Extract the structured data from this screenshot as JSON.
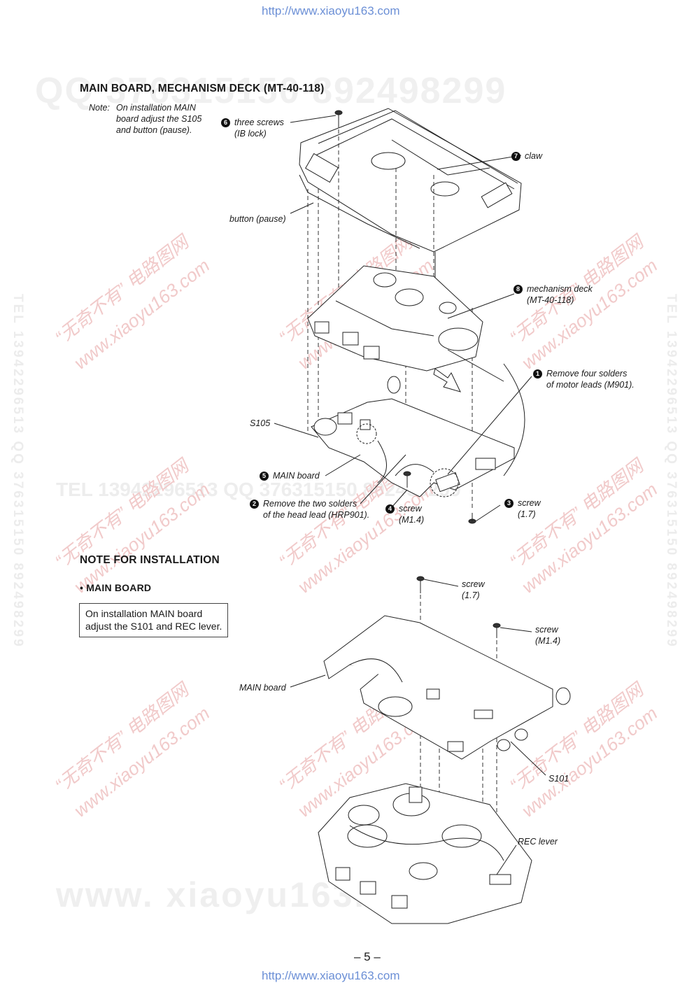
{
  "header_url": "http://www.xiaoyu163.com",
  "footer_url": "http://www.xiaoyu163.com",
  "page_number": "– 5 –",
  "section1": {
    "title": "MAIN  BOARD,  MECHANISM  DECK (MT-40-118)",
    "note_prefix": "Note:",
    "note_lines": [
      "On installation MAIN",
      "board adjust the S105",
      "and button (pause)."
    ],
    "callouts": {
      "c6_num": "6",
      "c6_l1": "three screws",
      "c6_l2": "(IB lock)",
      "c7_num": "7",
      "c7_l1": "claw",
      "pause": "button (pause)",
      "c8_num": "8",
      "c8_l1": "mechanism deck",
      "c8_l2": "(MT-40-118)",
      "c1_num": "1",
      "c1_l1": "Remove four solders",
      "c1_l2": "of  motor leads (M901).",
      "s105": "S105",
      "c5_num": "5",
      "c5_l1": "MAIN board",
      "c2_num": "2",
      "c2_l1": "Remove the two solders",
      "c2_l2": "of the head lead (HRP901).",
      "c4_num": "4",
      "c4_l1": "screw",
      "c4_l2": "(M1.4)",
      "c3_num": "3",
      "c3_l1": "screw",
      "c3_l2": "(1.7)"
    }
  },
  "section2": {
    "title": "NOTE  FOR  INSTALLATION",
    "subtitle": "• MAIN  BOARD",
    "box_lines": [
      "On installation MAIN board",
      "adjust the S101 and REC lever."
    ],
    "callouts": {
      "screw_a_l1": "screw",
      "screw_a_l2": "(1.7)",
      "screw_b_l1": "screw",
      "screw_b_l2": "(M1.4)",
      "main_board": "MAIN board",
      "s101": "S101",
      "rec_lever": "REC lever"
    }
  },
  "watermarks": {
    "qq_top": "QQ 376315150   892498299",
    "tel_mid": "TEL 13942296513   QQ 376315150   892498299",
    "www_bottom": "www. xiaoyu163.com",
    "vertical": "TEL 13942296513  QQ 376315150  892498299",
    "red_cn": "“无奇不有” 电路图网",
    "red_url": "www.xiaoyu163.com"
  }
}
